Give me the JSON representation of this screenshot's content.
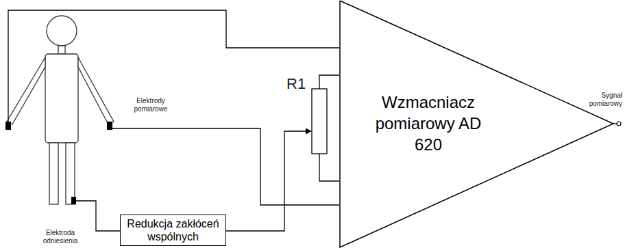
{
  "diagram": {
    "nodes": [
      {
        "text": [
          "Wzmacniacz pomiarowy AD 620"
        ]
      },
      {
        "text": [
          "Redukcja zakłóceń wspólnych"
        ]
      }
    ],
    "labels": [
      "Elektrody pomiarowe",
      "R1",
      "Sygnał pomiarowy",
      "Elektroda odniesienia"
    ]
  }
}
